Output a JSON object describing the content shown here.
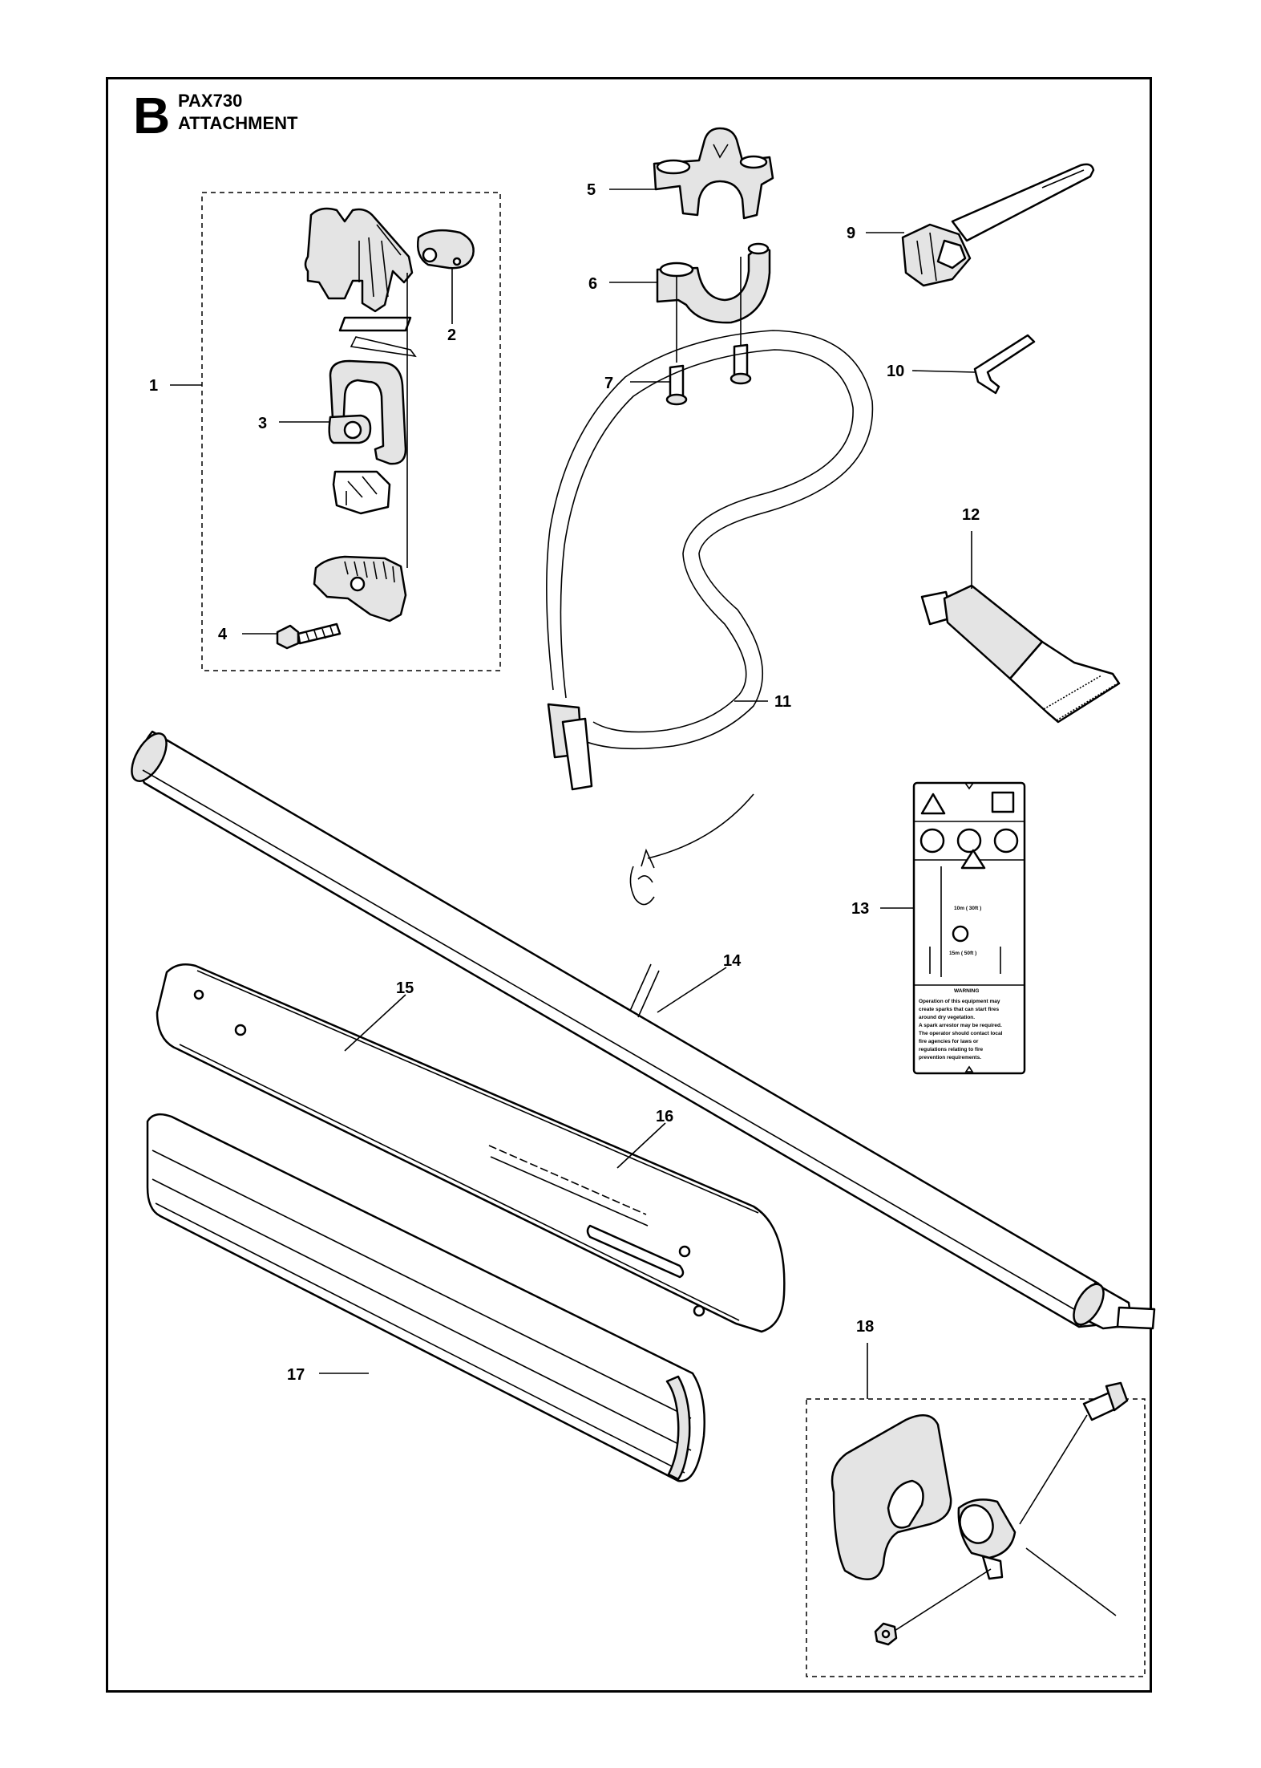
{
  "header": {
    "section_letter": "B",
    "model": "PAX730",
    "title": "ATTACHMENT"
  },
  "callouts": [
    "1",
    "2",
    "3",
    "4",
    "5",
    "6",
    "7",
    "9",
    "10",
    "11",
    "12",
    "13",
    "14",
    "15",
    "16",
    "17",
    "18"
  ],
  "decal": {
    "warning_heading": "WARNING",
    "distance_upper": "10m ( 30ft )",
    "distance_lower": "15m ( 50ft )",
    "warning_lines": [
      "Operation of this equipment may",
      "create sparks that can start fires",
      "around dry vegetation.",
      "A spark arrestor may be required.",
      "The operator should contact local",
      "fire agencies for laws or",
      "regulations relating to fire",
      "prevention requirements."
    ]
  }
}
